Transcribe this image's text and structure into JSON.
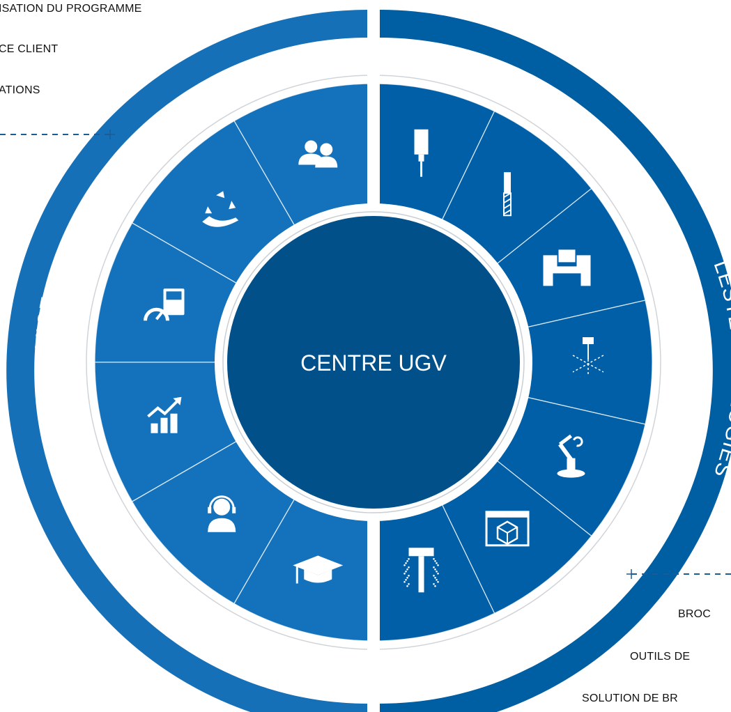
{
  "center": {
    "label": "CENTRE UGV"
  },
  "rings": {
    "left_label": "LE SERVICE",
    "right_label": "LESTECHNOLOGIES"
  },
  "service_items": [
    "ISATION DU PROGRAMME",
    "CE CLIENT",
    "ATIONS"
  ],
  "tech_items": [
    "BROC",
    "OUTILS DE",
    "SOLUTION DE BR"
  ],
  "segments_left": [
    {
      "icon": "people-group-icon"
    },
    {
      "icon": "recycle-hand-icon"
    },
    {
      "icon": "speed-machine-icon"
    },
    {
      "icon": "growth-chart-icon"
    },
    {
      "icon": "support-headset-icon"
    },
    {
      "icon": "graduation-cap-icon"
    }
  ],
  "segments_right": [
    {
      "icon": "spindle-icon"
    },
    {
      "icon": "drill-bit-icon"
    },
    {
      "icon": "machine-frame-icon"
    },
    {
      "icon": "laser-cut-icon"
    },
    {
      "icon": "robot-arm-icon"
    },
    {
      "icon": "cad-cube-icon"
    },
    {
      "icon": "coolant-spray-icon"
    }
  ],
  "colors": {
    "outer_left": "#1670b8",
    "outer_right": "#005ea3",
    "segment_left": "#1472bc",
    "segment_right": "#005fa6",
    "center": "#02508a",
    "gap_ring": "#ffffff",
    "dashed_line": "#1a5c96"
  }
}
